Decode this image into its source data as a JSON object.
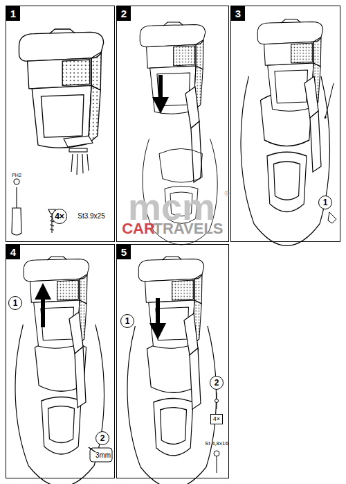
{
  "diagram": {
    "nodes": [
      {
        "text": [
          "1"
        ]
      },
      {
        "text": [
          "4×"
        ]
      },
      {
        "text": [
          "2"
        ]
      },
      {
        "text": [
          "3"
        ]
      },
      {
        "text": [
          "1"
        ]
      },
      {
        "text": [
          "4"
        ]
      },
      {
        "text": [
          "1"
        ]
      },
      {
        "text": [
          "2"
        ]
      },
      {
        "text": [
          "5"
        ]
      },
      {
        "text": [
          "1"
        ]
      },
      {
        "text": [
          "2"
        ]
      },
      {
        "text": [
          "4×"
        ]
      }
    ],
    "labels": [
      "PH2",
      "St3.9x25",
      "3mm",
      "St 4,8x16",
      "mcm",
      "®",
      "CAR",
      "TRAVELS"
    ]
  }
}
